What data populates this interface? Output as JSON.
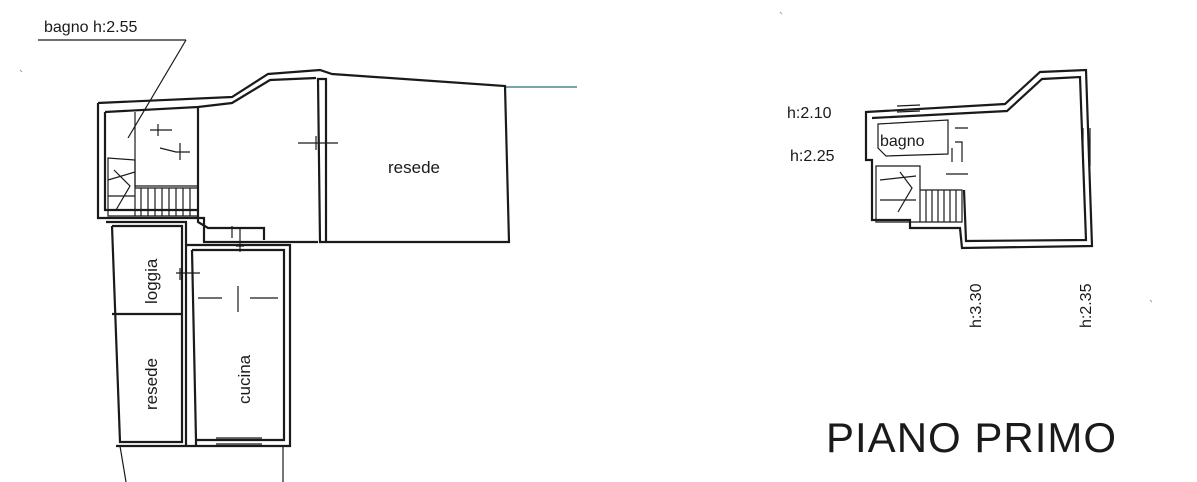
{
  "labels": {
    "bagno_left": "bagno h:2.55",
    "resede_top": "resede",
    "loggia": "loggia",
    "resede_side": "resede",
    "cucina": "cucina",
    "h_210": "h:2.10",
    "bagno_right": "bagno",
    "h_225": "h:2.25",
    "h_330": "h:3.30",
    "h_235": "h:2.35",
    "title": "PIANO PRIMO"
  },
  "colors": {
    "line": "#1a1a1a",
    "blue_line": "#2a6a7a",
    "background": "#ffffff"
  }
}
